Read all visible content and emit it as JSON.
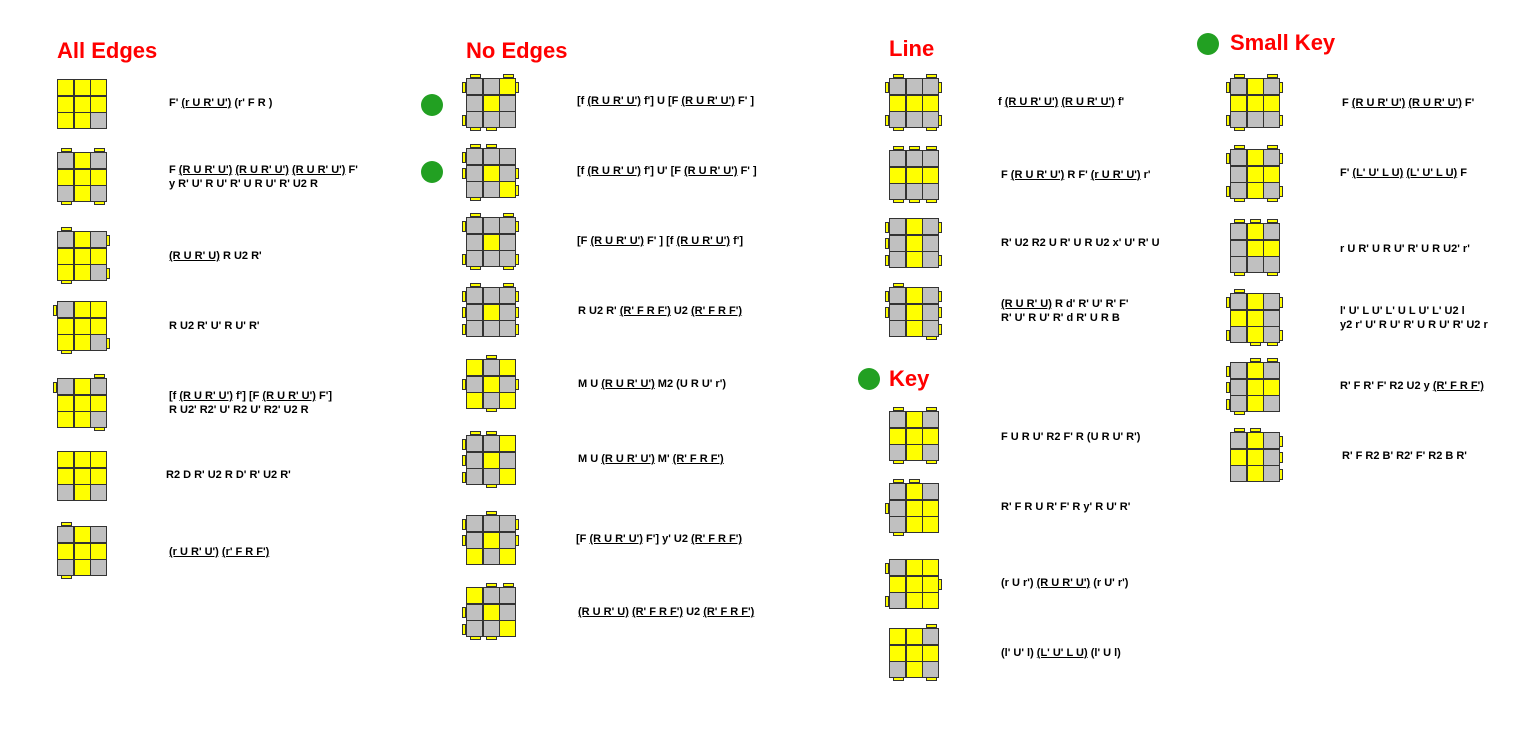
{
  "colors": {
    "yellow": "#ffff00",
    "gray": "#c0c0c0",
    "title_red": "#ff0000",
    "dot_green": "#22a022"
  },
  "sections": [
    {
      "id": "all-edges",
      "title": "All Edges",
      "cases": [
        {
          "alg": [
            "F' (r U R' U') (r' F R )"
          ]
        },
        {
          "alg": [
            "F (R U R' U') (R U R' U') (R U R' U') F'",
            "y R' U' R U' R' U R U' R' U2 R"
          ]
        },
        {
          "alg": [
            "(R U R' U) R U2 R'"
          ]
        },
        {
          "alg": [
            "R U2 R' U' R U' R'"
          ]
        },
        {
          "alg": [
            "[f (R U R' U') f'] [F (R U R' U') F']",
            "R U2' R2' U' R2 U' R2' U2 R"
          ]
        },
        {
          "alg": [
            "R2 D R' U2 R D' R' U2 R'"
          ]
        },
        {
          "alg": [
            "(r U R' U') (r' F R F')"
          ]
        }
      ]
    },
    {
      "id": "no-edges",
      "title": "No Edges",
      "cases": [
        {
          "alg": [
            "[f (R U R' U') f'] U [F (R U R' U') F' ]"
          ]
        },
        {
          "alg": [
            "[f (R U R' U') f'] U' [F (R U R' U') F' ]"
          ]
        },
        {
          "alg": [
            "[F (R U R' U') F' ] [f (R U R' U') f']"
          ]
        },
        {
          "alg": [
            "R U2 R' (R' F R F') U2 (R' F R F')"
          ]
        },
        {
          "alg": [
            "M U (R U R' U') M2 (U R U' r')"
          ]
        },
        {
          "alg": [
            "M U (R U R' U') M' (R' F R F')"
          ]
        },
        {
          "alg": [
            "[F (R U R' U') F'] y' U2 (R' F R F')"
          ]
        },
        {
          "alg": [
            "(R U R' U) (R' F R F') U2 (R' F R F')"
          ]
        }
      ]
    },
    {
      "id": "line",
      "title": "Line",
      "cases": [
        {
          "alg": [
            "f (R U R' U') (R U R' U') f'"
          ]
        },
        {
          "alg": [
            "F (R U R' U') R F' (r U R' U') r'"
          ]
        },
        {
          "alg": [
            "R' U2 R2 U R' U R U2 x' U' R' U"
          ]
        },
        {
          "alg": [
            "(R U R' U) R d' R' U' R' F'",
            "R' U' R U' R' d R' U R B"
          ]
        }
      ]
    },
    {
      "id": "key",
      "title": "Key",
      "cases": [
        {
          "alg": [
            "F U R U' R2 F' R (U R U' R')"
          ]
        },
        {
          "alg": [
            "R' F R U R' F' R y' R U' R'"
          ]
        },
        {
          "alg": [
            "(r U r') (R U R' U') (r U' r')"
          ]
        },
        {
          "alg": [
            "(l' U' l) (L' U' L U) (l' U l)"
          ]
        }
      ]
    },
    {
      "id": "small-key",
      "title": "Small Key",
      "cases": [
        {
          "alg": [
            "F (R U R' U') (R U R' U') F'"
          ]
        },
        {
          "alg": [
            "F' (L' U' L U) (L' U' L U) F"
          ]
        },
        {
          "alg": [
            "r U R' U R U' R' U R U2' r'"
          ]
        },
        {
          "alg": [
            "l' U' L U' L' U L U' L' U2 l",
            "y2 r' U' R U' R' U R U' R' U2 r"
          ]
        },
        {
          "alg": [
            "R' F R' F' R2 U2 y (R' F R F')"
          ]
        },
        {
          "alg": [
            "R' F R2 B' R2' F' R2 B R'"
          ]
        }
      ]
    }
  ]
}
